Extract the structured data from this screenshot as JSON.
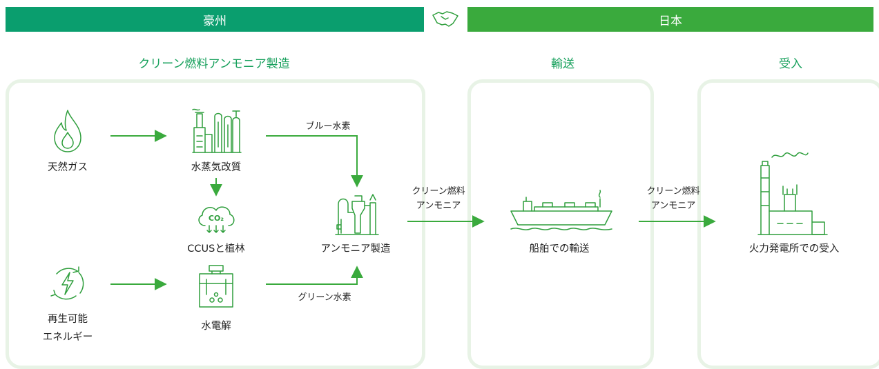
{
  "banners": {
    "left": "豪州",
    "right": "日本"
  },
  "sections": {
    "production": "クリーン燃料アンモニア製造",
    "transport": "輸送",
    "receiving": "受入"
  },
  "nodes": {
    "natural_gas": "天然ガス",
    "steam_reforming": "水蒸気改質",
    "ccus": "CCUSと植林",
    "ccus_icon_text": "CO₂",
    "renewable_line1": "再生可能",
    "renewable_line2": "エネルギー",
    "electrolysis": "水電解",
    "ammonia_production": "アンモニア製造",
    "ship_transport": "船舶での輸送",
    "power_plant": "火力発電所での受入"
  },
  "flow_labels": {
    "blue_hydrogen": "ブルー水素",
    "green_hydrogen": "グリーン水素",
    "ammonia1_line1": "クリーン燃料",
    "ammonia1_line2": "アンモニア",
    "ammonia2_line1": "クリーン燃料",
    "ammonia2_line2": "アンモニア"
  },
  "colors": {
    "australia_banner": "#0a9e6e",
    "japan_banner": "#3aaa3d",
    "arrow": "#3aaa3d",
    "panel_border": "#e8f3e6"
  }
}
